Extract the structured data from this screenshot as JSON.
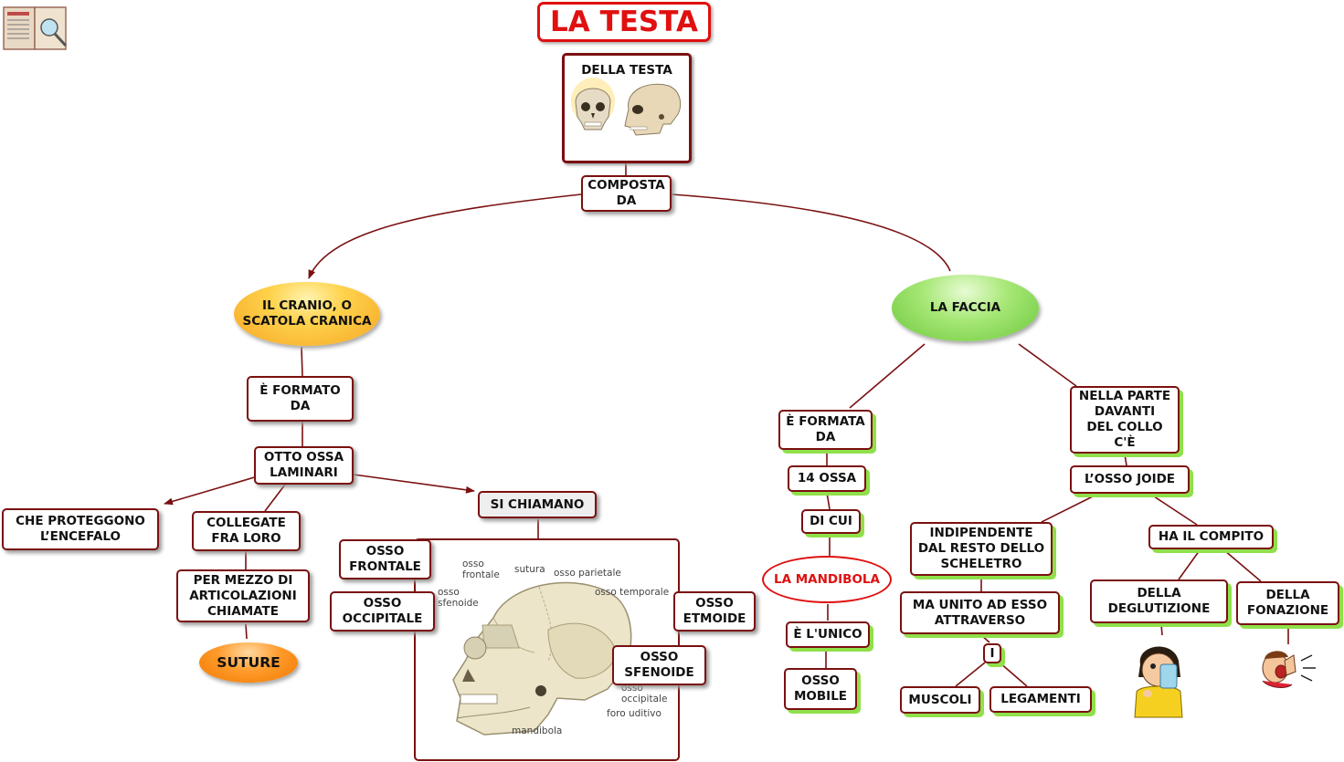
{
  "title": "LA TESTA",
  "header_box": {
    "label": "DELLA TESTA",
    "image": "skull-front-and-side"
  },
  "composta": "COMPOSTA\nDA",
  "left": {
    "main": "IL CRANIO, O\nSCATOLA CRANICA",
    "formato": "È FORMATO\nDA",
    "otto": "OTTO OSSA\nLAMINARI",
    "proteggono": "CHE PROTEGGONO\nL’ENCEFALO",
    "collegate": "COLLEGATE\nFRA LORO",
    "mezzo": "PER MEZZO DI\nARTICOLAZIONI\nCHIAMATE",
    "suture": "SUTURE",
    "chiamano": "SI CHIAMANO",
    "frontale": "OSSO\nFRONTALE",
    "occipitale": "OSSO\nOCCIPITALE",
    "etmoide": "OSSO\nETMOIDE",
    "sfenoide": "OSSO\nSFENOIDE",
    "skull_labels": {
      "osso_frontale": "osso\nfrontale",
      "sutura": "sutura",
      "osso_parietale": "osso parietale",
      "osso_sfenoide": "osso\nsfenoide",
      "osso_temporale": "osso temporale",
      "osso_occipitale": "osso\noccipitale",
      "foro_uditivo": "foro uditivo",
      "mandibola": "mandibola"
    }
  },
  "right": {
    "main": "LA FACCIA",
    "formata": "È FORMATA\nDA",
    "ossa14": "14 OSSA",
    "dicui": "DI CUI",
    "mandibola": "LA MANDIBOLA",
    "unico": "È L'UNICO",
    "mobile": "OSSO\nMOBILE",
    "davanti": "NELLA PARTE\nDAVANTI\nDEL COLLO\nC'È",
    "joide": "L’OSSO JOIDE",
    "indipendente": "INDIPENDENTE\nDAL RESTO DELLO\nSCHELETRO",
    "compito": "HA IL COMPITO",
    "unito": "MA UNITO AD ESSO\nATTRAVERSO",
    "i": "I",
    "muscoli": "MUSCOLI",
    "legamenti": "LEGAMENTI",
    "deglutizione": "DELLA\nDEGLUTIZIONE",
    "fonazione": "DELLA\nFONAZIONE"
  },
  "colors": {
    "border": "#7a1010",
    "title_red": "#e01010",
    "green_shadow": "#8fe04a",
    "orange": "#f5a623",
    "faccia_green": "#7fd34a"
  }
}
